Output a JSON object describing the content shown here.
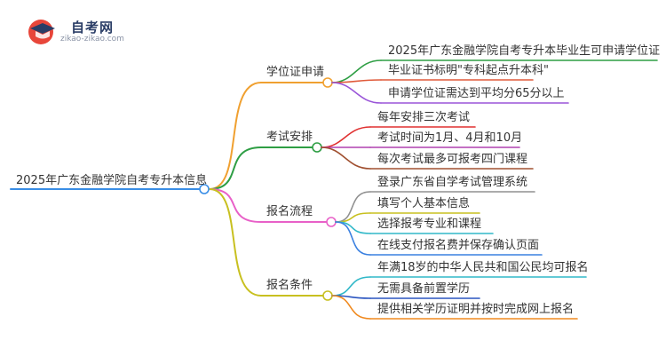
{
  "logo": {
    "title": "自考网",
    "url": "zikao-zikao.com",
    "brand_color": "#2a3d66",
    "accent_color": "#e8463a"
  },
  "root": {
    "label": "2025年广东金融学院自考专升本信息",
    "color": "#3a8ee6"
  },
  "branches": [
    {
      "label": "学位证申请",
      "color": "#f0a030",
      "children": [
        {
          "label": "2025年广东金融学院自考专升本毕业生可申请学位证",
          "color": "#2e9e44"
        },
        {
          "label": "毕业证书标明\"专科起点升本科\"",
          "color": "#e05a3a"
        },
        {
          "label": "申请学位证需达到平均分65分以上",
          "color": "#9a55d8"
        }
      ]
    },
    {
      "label": "考试安排",
      "color": "#2e9e44",
      "children": [
        {
          "label": "每年安排三次考试",
          "color": "#e03030"
        },
        {
          "label": "考试时间为1月、4月和10月",
          "color": "#b040b0"
        },
        {
          "label": "每次考试最多可报考四门课程",
          "color": "#a05030"
        }
      ]
    },
    {
      "label": "报名流程",
      "color": "#e860c8",
      "children": [
        {
          "label": "登录广东省自学考试管理系统",
          "color": "#909090"
        },
        {
          "label": "填写个人基本信息",
          "color": "#c8c020"
        },
        {
          "label": "选择报考专业和课程",
          "color": "#30b8c8"
        },
        {
          "label": "在线支付报名费并保存确认页面",
          "color": "#3a80e0"
        }
      ]
    },
    {
      "label": "报名条件",
      "color": "#c8c020",
      "children": [
        {
          "label": "年满18岁的中华人民共和国公民均可报名",
          "color": "#30b8c8"
        },
        {
          "label": "无需具备前置学历",
          "color": "#2a55c0"
        },
        {
          "label": "提供相关学历证明并按时完成网上报名",
          "color": "#f08a20"
        }
      ]
    }
  ]
}
